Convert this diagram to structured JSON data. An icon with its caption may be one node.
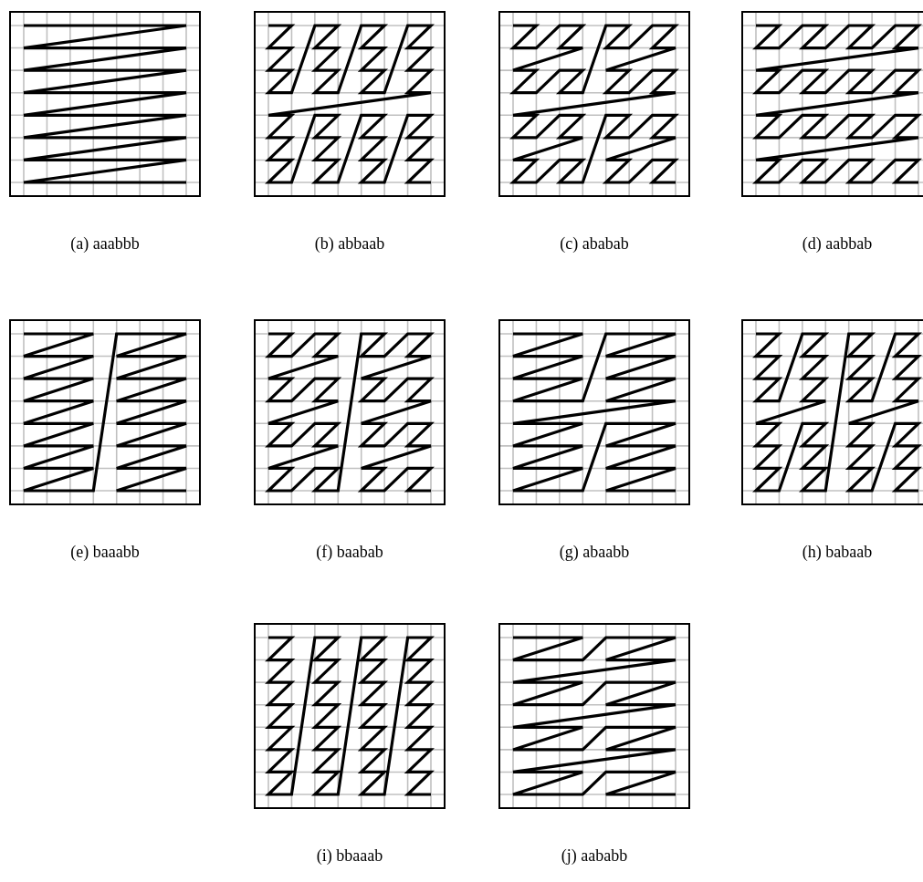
{
  "diagram": {
    "labels": [
      "(a) aaabbb",
      "(b) abbaab",
      "(c) ababab",
      "(d) aabbab",
      "(e) baaabb",
      "(f) baabab",
      "(g) abaabb",
      "(h) babaab",
      "(i) bbaaab",
      "(j) aababb"
    ]
  }
}
